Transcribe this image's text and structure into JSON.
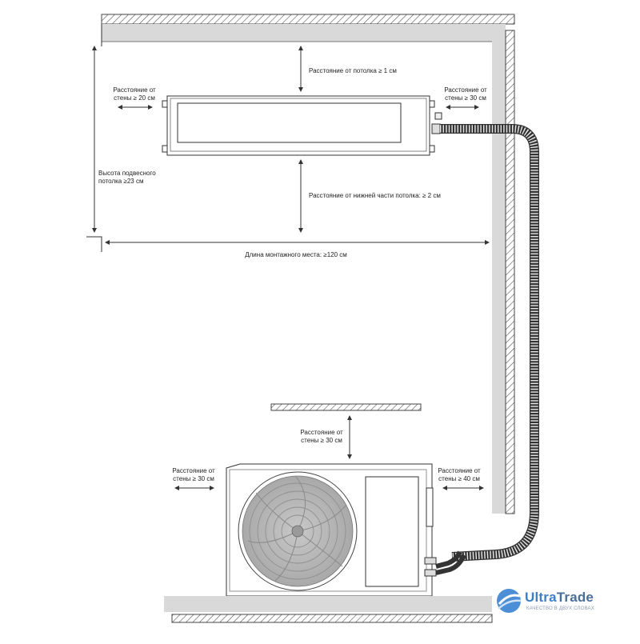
{
  "labels": {
    "ceiling_gap": "Расстояние от потолка ≥ 1 см",
    "wall_left_line1": "Расстояние от",
    "wall_left_line2": "стены ≥ 20 см",
    "wall_right_line1": "Расстояние от",
    "wall_right_line2": "стены ≥ 30 см",
    "suspended_height_line1": "Высота подвесного",
    "suspended_height_line2": "потолка ≥23 см",
    "bottom_gap": "Расстояние от нижней части потолка: ≥ 2 см",
    "mount_length": "Длина монтажного места: ≥120 см",
    "outdoor_top_line1": "Расстояние от",
    "outdoor_top_line2": "стены ≥ 30 см",
    "outdoor_left_line1": "Расстояние от",
    "outdoor_left_line2": "стены ≥ 30 см",
    "outdoor_right_line1": "Расстояние от",
    "outdoor_right_line2": "стены ≥ 40 см"
  },
  "brand": {
    "name_part1": "Ultra",
    "name_part2": "Trade",
    "tagline": "КАЧЕСТВО В ДВУХ СЛОВАХ",
    "accent_color": "#3f7fc6"
  },
  "icons": [
    "hatched-wall",
    "dimension-arrow",
    "ducted-indoor-unit",
    "outdoor-unit-fan",
    "corrugated-pipe",
    "logo-mark"
  ]
}
